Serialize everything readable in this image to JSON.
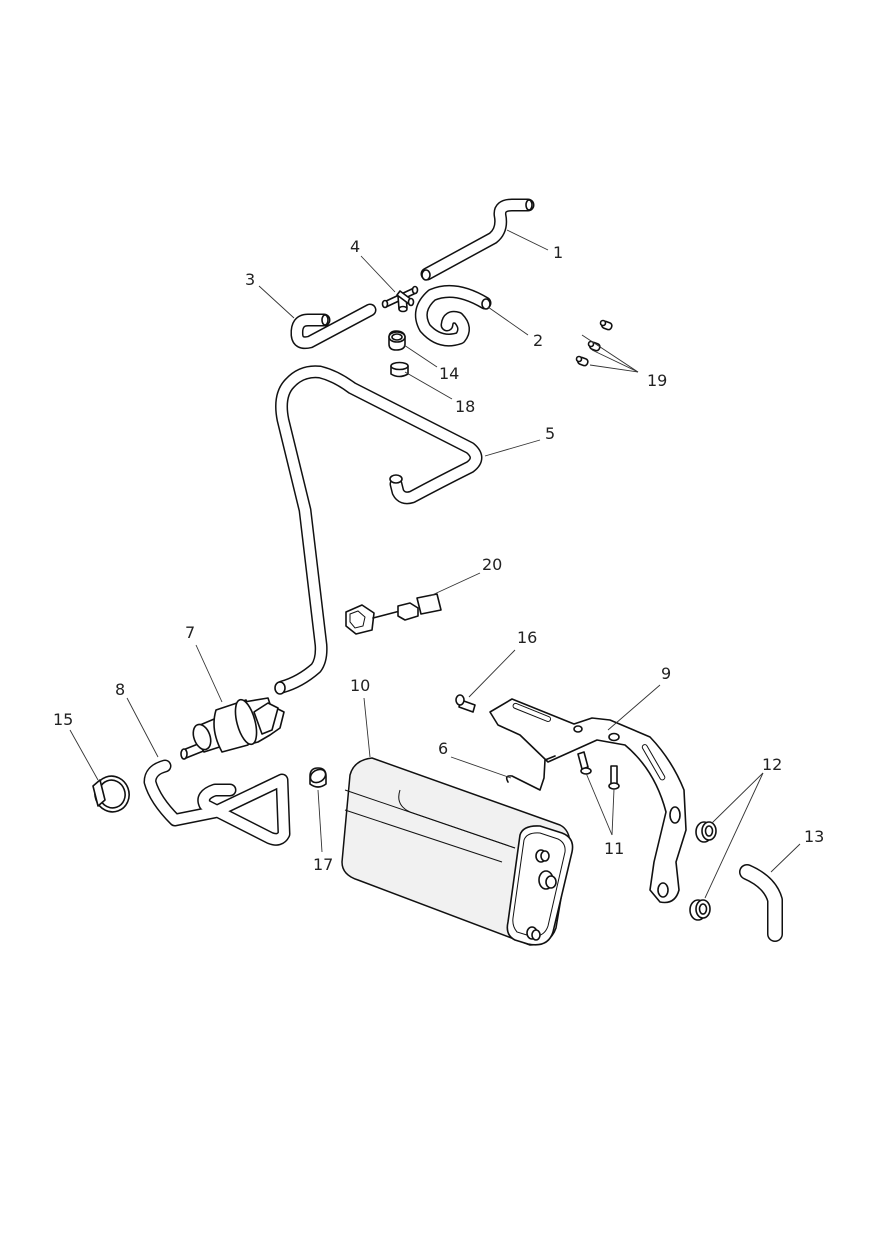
{
  "diagram": {
    "title": "Evaporative emission system exploded parts diagram",
    "callouts": [
      {
        "id": "1",
        "label": "1",
        "part": "hose-1"
      },
      {
        "id": "2",
        "label": "2",
        "part": "hose-2"
      },
      {
        "id": "3",
        "label": "3",
        "part": "hose-3"
      },
      {
        "id": "4",
        "label": "4",
        "part": "t-connector"
      },
      {
        "id": "5",
        "label": "5",
        "part": "hose-5"
      },
      {
        "id": "6",
        "label": "6",
        "part": "wire-clip"
      },
      {
        "id": "7",
        "label": "7",
        "part": "purge-valve"
      },
      {
        "id": "8",
        "label": "8",
        "part": "hose-8"
      },
      {
        "id": "9",
        "label": "9",
        "part": "canister-bracket"
      },
      {
        "id": "10",
        "label": "10",
        "part": "charcoal-canister"
      },
      {
        "id": "11",
        "label": "11",
        "part": "flange-bolts"
      },
      {
        "id": "12",
        "label": "12",
        "part": "grommets"
      },
      {
        "id": "13",
        "label": "13",
        "part": "hose-13"
      },
      {
        "id": "14",
        "label": "14",
        "part": "hose-clip"
      },
      {
        "id": "15",
        "label": "15",
        "part": "spring-clip"
      },
      {
        "id": "16",
        "label": "16",
        "part": "screw"
      },
      {
        "id": "17",
        "label": "17",
        "part": "small-clip"
      },
      {
        "id": "18",
        "label": "18",
        "part": "sleeve"
      },
      {
        "id": "19",
        "label": "19",
        "part": "blanking-plugs"
      },
      {
        "id": "20",
        "label": "20",
        "part": "harness-connector"
      }
    ]
  }
}
